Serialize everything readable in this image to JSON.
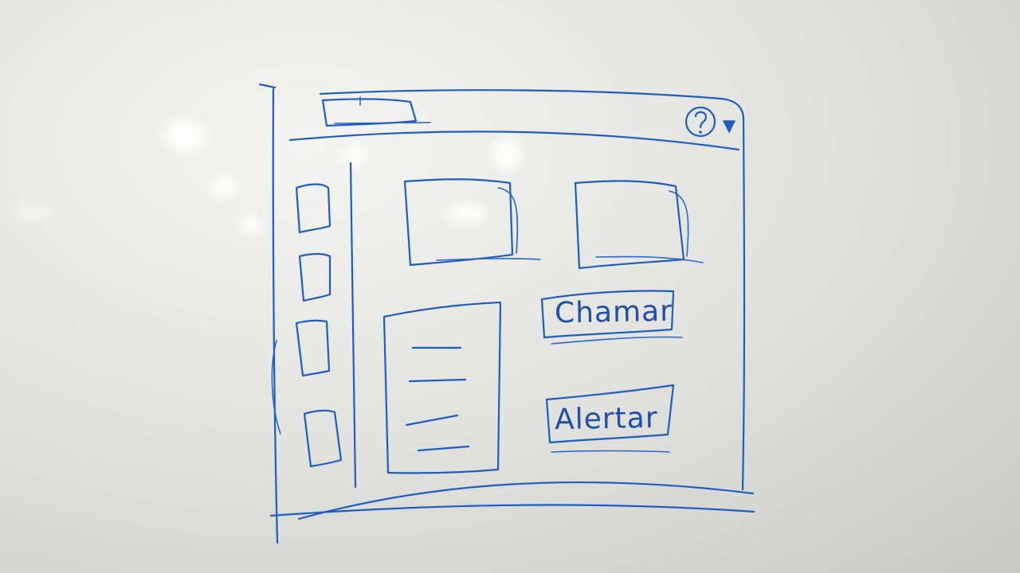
{
  "header": {
    "logo_icon": "logo-placeholder",
    "help_icon": "?",
    "dropdown_icon": "chevron-down-icon"
  },
  "sidebar": {
    "items": [
      {
        "icon": "square-placeholder"
      },
      {
        "icon": "square-placeholder"
      },
      {
        "icon": "square-placeholder"
      },
      {
        "icon": "square-placeholder"
      }
    ]
  },
  "main": {
    "cards": [
      {
        "kind": "image-placeholder"
      },
      {
        "kind": "image-placeholder"
      }
    ],
    "list_panel": {
      "rows": 4
    },
    "buttons": {
      "call_label": "Chamar",
      "alert_label": "Alertar"
    }
  },
  "colors": {
    "ink": "#1f5ec0",
    "board": "#e4e4e1"
  }
}
